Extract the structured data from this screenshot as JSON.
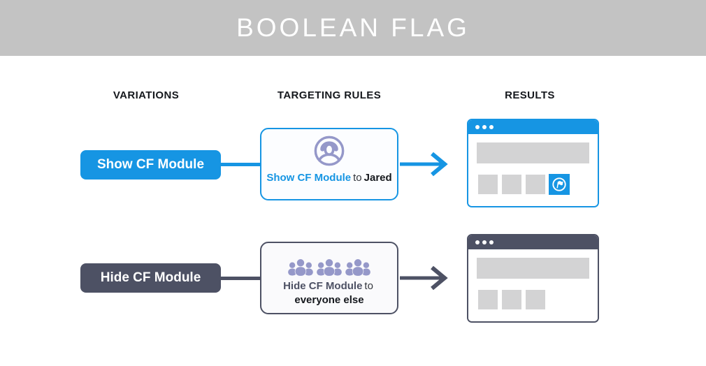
{
  "header": {
    "title": "BOOLEAN FLAG",
    "background": "#c3c3c3"
  },
  "columns": [
    {
      "label": "VARIATIONS"
    },
    {
      "label": "TARGETING RULES"
    },
    {
      "label": "RESULTS"
    }
  ],
  "colors": {
    "blue": "#1695e3",
    "dark_slate": "#4d5164",
    "periwinkle": "#9598c9",
    "placeholder_gray": "#d3d3d4"
  },
  "rows": [
    {
      "variation_label": "Show CF Module",
      "rule_icon": "user-circle-icon",
      "rule": {
        "flag": "Show CF Module",
        "connector": "to",
        "audience": "Jared"
      },
      "result": {
        "shows_cf_module": true,
        "module_icon": "feature-flag-icon"
      }
    },
    {
      "variation_label": "Hide CF Module",
      "rule_icon": "crowd-icon",
      "rule": {
        "flag": "Hide CF Module",
        "connector": "to",
        "audience": "everyone else"
      },
      "result": {
        "shows_cf_module": false
      }
    }
  ]
}
